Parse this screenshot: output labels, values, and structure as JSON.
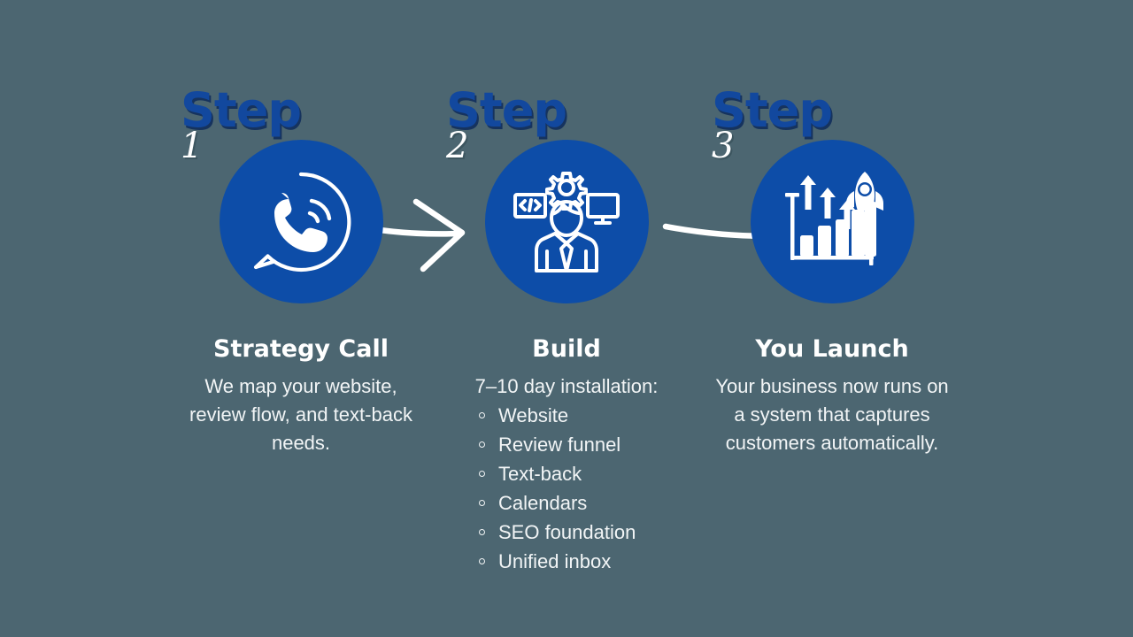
{
  "theme": {
    "background": "#4c6671",
    "circle_blue": "#0d4da8",
    "step_label_blue": "#12489e",
    "step_label_shadow": "#16335e",
    "text_white": "#ffffff"
  },
  "steps": [
    {
      "badge_word": "Step",
      "badge_number": "1",
      "icon": "phone-call-icon",
      "title": "Strategy Call",
      "description": "We map your website, review flow, and text-back needs.",
      "bullets": []
    },
    {
      "badge_word": "Step",
      "badge_number": "2",
      "icon": "developer-setup-icon",
      "title": "Build",
      "description": "7–10 day installation:",
      "bullets": [
        "Website",
        "Review funnel",
        "Text-back",
        "Calendars",
        "SEO foundation",
        "Unified inbox"
      ]
    },
    {
      "badge_word": "Step",
      "badge_number": "3",
      "icon": "growth-rocket-icon",
      "title": "You Launch",
      "description": "Your business now runs on a system that captures customers automatically.",
      "bullets": []
    }
  ],
  "connectors": [
    {
      "name": "arrow-step1-to-step2",
      "direction": "right"
    },
    {
      "name": "arrow-step2-to-step3",
      "direction": "right"
    }
  ]
}
